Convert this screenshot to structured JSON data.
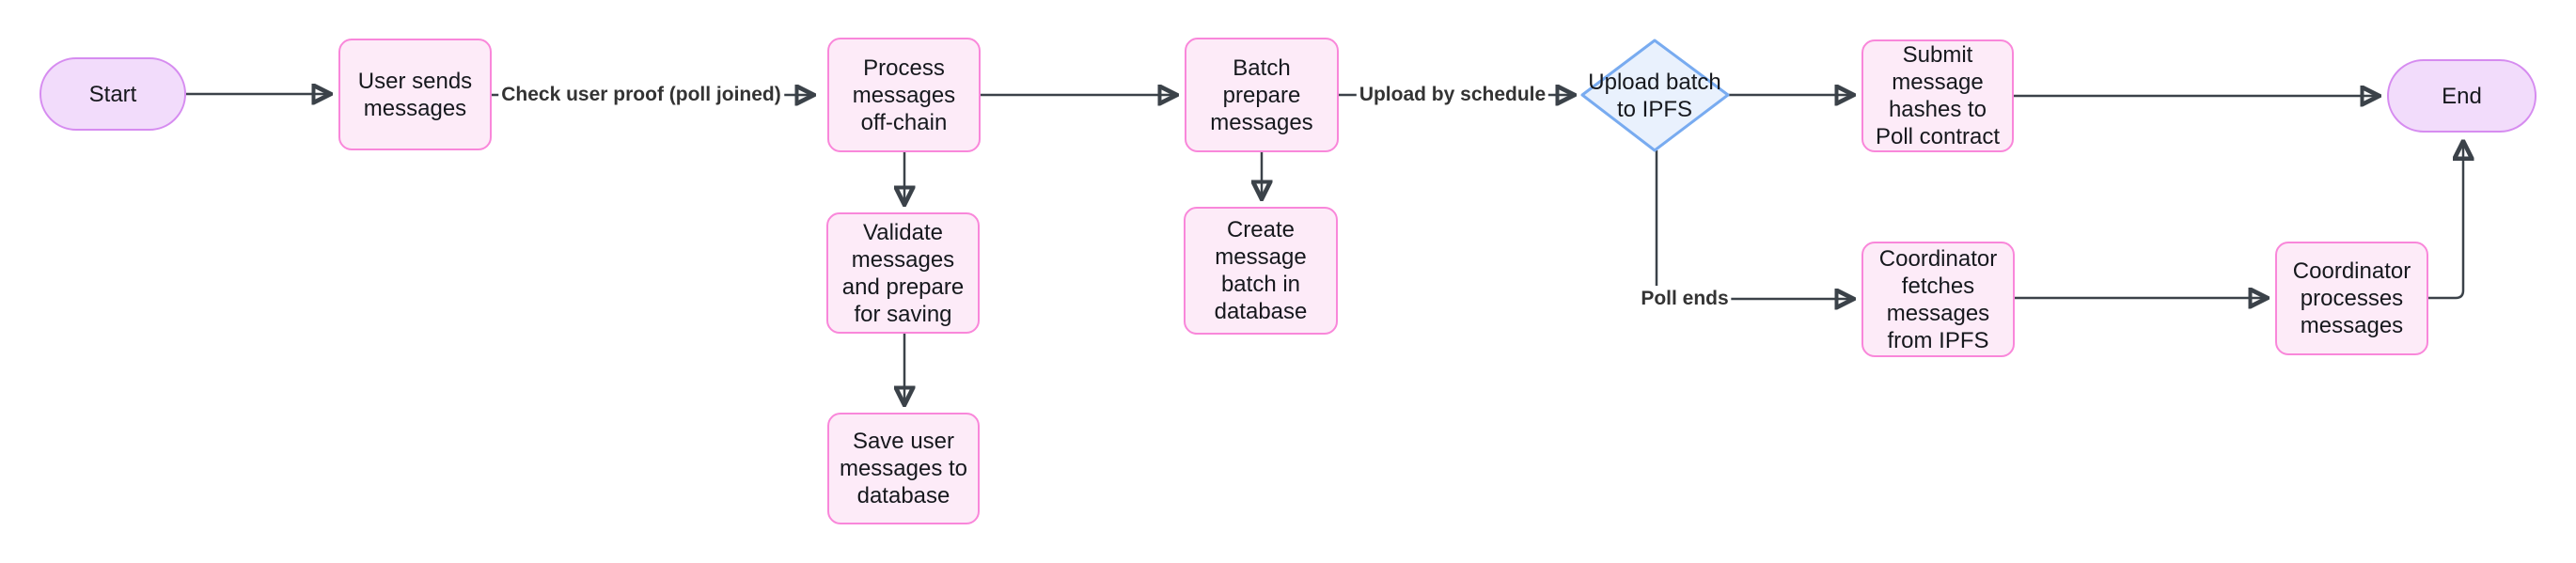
{
  "diagram": {
    "type": "flowchart",
    "direction": "left-to-right",
    "background": "#ffffff",
    "colors": {
      "terminal_fill": "#f2dcfb",
      "terminal_border": "#d68cf0",
      "process_fill": "#fdebf8",
      "process_border": "#f987da",
      "decision_fill": "#e9f1fd",
      "decision_border": "#78abf0",
      "edge_line": "#3b4249",
      "edge_label_text": "#333333",
      "node_text": "#16181d"
    },
    "nodes": {
      "start": {
        "shape": "stadium",
        "label": "Start"
      },
      "user_sends": {
        "shape": "rect",
        "label": "User sends\nmessages"
      },
      "process_offchain": {
        "shape": "rect",
        "label": "Process\nmessages\noff-chain"
      },
      "validate": {
        "shape": "rect",
        "label": "Validate\nmessages\nand prepare\nfor saving"
      },
      "save": {
        "shape": "rect",
        "label": "Save user\nmessages to\ndatabase"
      },
      "batch_prepare": {
        "shape": "rect",
        "label": "Batch\nprepare\nmessages"
      },
      "create_batch": {
        "shape": "rect",
        "label": "Create\nmessage\nbatch in\ndatabase"
      },
      "upload_ipfs": {
        "shape": "diamond",
        "label": "Upload batch\nto IPFS"
      },
      "submit_hashes": {
        "shape": "rect",
        "label": "Submit\nmessage\nhashes to\nPoll contract"
      },
      "coord_fetch": {
        "shape": "rect",
        "label": "Coordinator\nfetches\nmessages\nfrom IPFS"
      },
      "coord_process": {
        "shape": "rect",
        "label": "Coordinator\nprocesses\nmessages"
      },
      "end": {
        "shape": "stadium",
        "label": "End"
      }
    },
    "edges": [
      {
        "from": "start",
        "to": "user_sends",
        "label": ""
      },
      {
        "from": "user_sends",
        "to": "process_offchain",
        "label": "Check user proof (poll joined)"
      },
      {
        "from": "process_offchain",
        "to": "batch_prepare",
        "label": ""
      },
      {
        "from": "process_offchain",
        "to": "validate",
        "label": ""
      },
      {
        "from": "validate",
        "to": "save",
        "label": ""
      },
      {
        "from": "batch_prepare",
        "to": "upload_ipfs",
        "label": "Upload by schedule"
      },
      {
        "from": "batch_prepare",
        "to": "create_batch",
        "label": ""
      },
      {
        "from": "upload_ipfs",
        "to": "submit_hashes",
        "label": ""
      },
      {
        "from": "upload_ipfs",
        "to": "coord_fetch",
        "label": "Poll ends"
      },
      {
        "from": "submit_hashes",
        "to": "end",
        "label": ""
      },
      {
        "from": "coord_fetch",
        "to": "coord_process",
        "label": ""
      },
      {
        "from": "coord_process",
        "to": "end",
        "label": ""
      }
    ]
  }
}
